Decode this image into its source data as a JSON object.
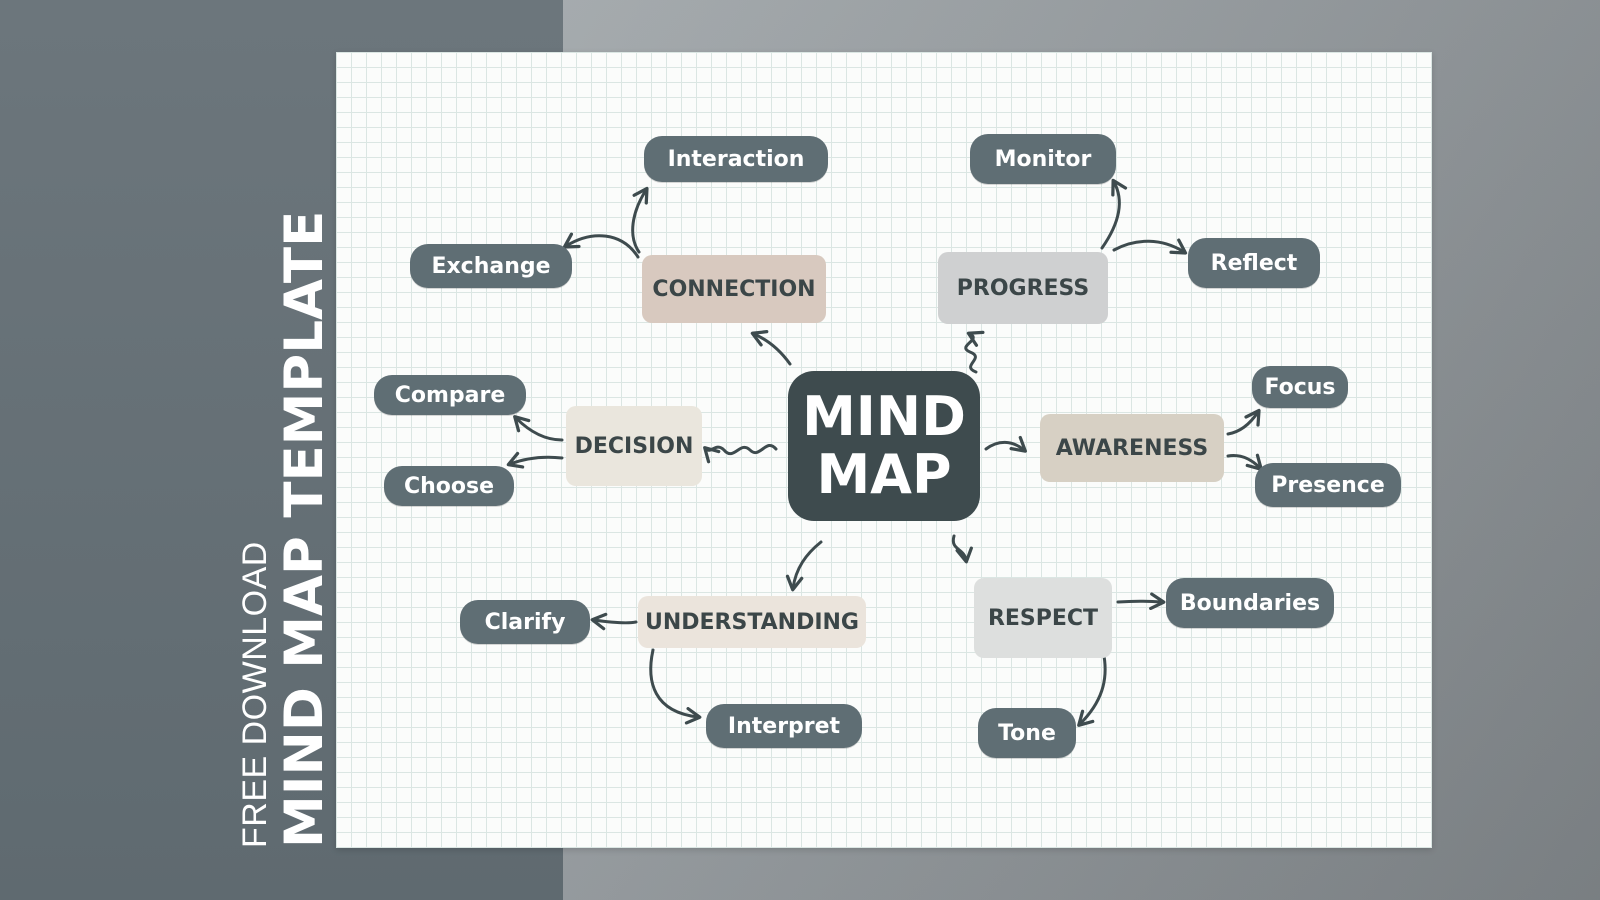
{
  "sidebar": {
    "subtitle": "FREE DOWNLOAD",
    "title": "MIND MAP TEMPLATE"
  },
  "mindmap": {
    "center": {
      "line1": "MIND",
      "line2": "MAP"
    },
    "branches": {
      "connection": {
        "label": "CONNECTION",
        "children": [
          "Interaction",
          "Exchange"
        ]
      },
      "progress": {
        "label": "PROGRESS",
        "children": [
          "Monitor",
          "Reflect"
        ]
      },
      "decision": {
        "label": "DECISION",
        "children": [
          "Compare",
          "Choose"
        ]
      },
      "awareness": {
        "label": "AWARENESS",
        "children": [
          "Focus",
          "Presence"
        ]
      },
      "understanding": {
        "label": "UNDERSTANDING",
        "children": [
          "Clarify",
          "Interpret"
        ]
      },
      "respect": {
        "label": "RESPECT",
        "children": [
          "Boundaries",
          "Tone"
        ]
      }
    }
  },
  "colors": {
    "leaf_fill": "#5f6e74",
    "center_fill": "#3e4b4e",
    "connection_fill": "#d8c9bf",
    "progress_fill": "#cfd0d1",
    "decision_fill": "#eae6dd",
    "awareness_fill": "#d7d0c4",
    "understanding_fill": "#ebe4dc",
    "respect_fill": "#dddfde",
    "connector": "#3e4b4e",
    "grid": "#dbe6e3"
  }
}
